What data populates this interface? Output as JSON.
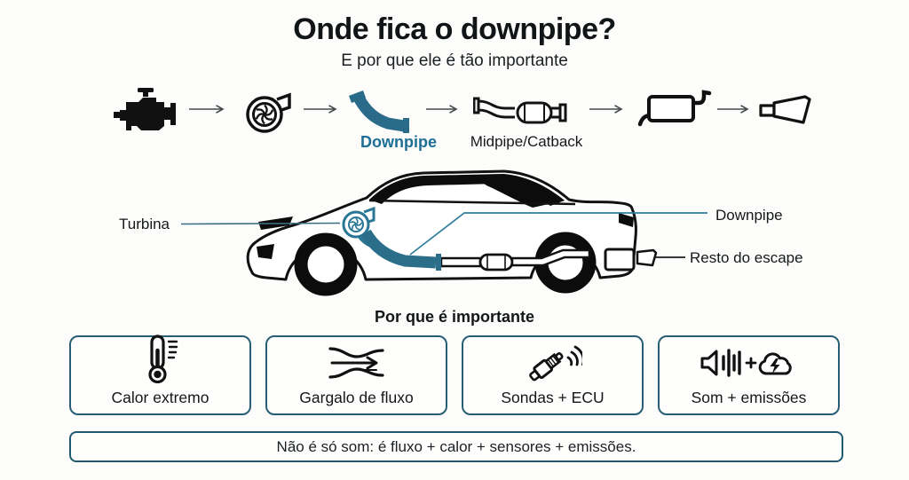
{
  "header": {
    "title": "Onde fica o downpipe?",
    "subtitle": "E por que ele é tão importante"
  },
  "flow": {
    "sequence_icons": [
      "engine-icon",
      "turbo-icon",
      "downpipe-icon",
      "midpipe-icon",
      "muffler-icon",
      "exhaust-tip-icon"
    ],
    "downpipe_label": "Downpipe",
    "midpipe_label": "Midpipe/Catback"
  },
  "car": {
    "label_turbina": "Turbina",
    "label_downpipe": "Downpipe",
    "label_resto": "Resto do escape"
  },
  "why": {
    "heading": "Por que é importante",
    "cards": [
      {
        "icon": "thermometer-icon",
        "label": "Calor extremo"
      },
      {
        "icon": "flow-bottleneck-icon",
        "label": "Gargalo de fluxo"
      },
      {
        "icon": "o2-sensor-icon",
        "label": "Sondas + ECU"
      },
      {
        "icon": "sound-emissions-icon",
        "label": "Som + emissões"
      }
    ]
  },
  "footer": {
    "text": "Não é só som: é fluxo + calor + sensores + emissões."
  },
  "colors": {
    "background": "#fcfcfb",
    "ink": "#15181b",
    "accent_pipe_teal": "#2b6e8a",
    "accent_text_teal": "#1d6f96",
    "card_border_teal": "#275e74",
    "leader_line_teal": "#38708b",
    "arrow_gray": "#44494d"
  }
}
